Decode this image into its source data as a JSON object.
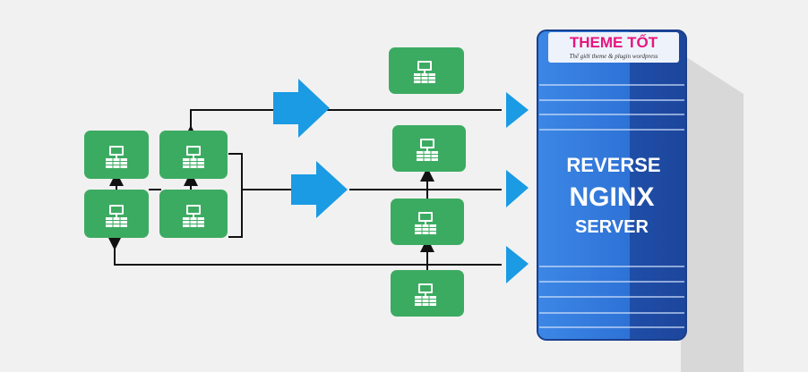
{
  "server": {
    "line1": "REVERSE",
    "line2": "NGINX",
    "line3": "SERVER"
  },
  "logo": {
    "brand": "THEME TỐT",
    "tagline": "Thế giới theme & plugin wordpress"
  },
  "nodes": [
    {
      "id": "client-1"
    },
    {
      "id": "client-2"
    },
    {
      "id": "client-3"
    },
    {
      "id": "client-4"
    },
    {
      "id": "relay-top"
    },
    {
      "id": "relay-upper"
    },
    {
      "id": "relay-middle"
    },
    {
      "id": "relay-bottom"
    }
  ],
  "colors": {
    "background": "#f1f1f1",
    "node_green": "#3cab62",
    "arrow_blue": "#1a9be3",
    "server_blue": "#2e72d6",
    "server_dark": "#1f4ea8",
    "logo_pink": "#e6157f"
  },
  "icons": [
    "server-node-icon",
    "arrow-right-icon",
    "database-icon"
  ]
}
